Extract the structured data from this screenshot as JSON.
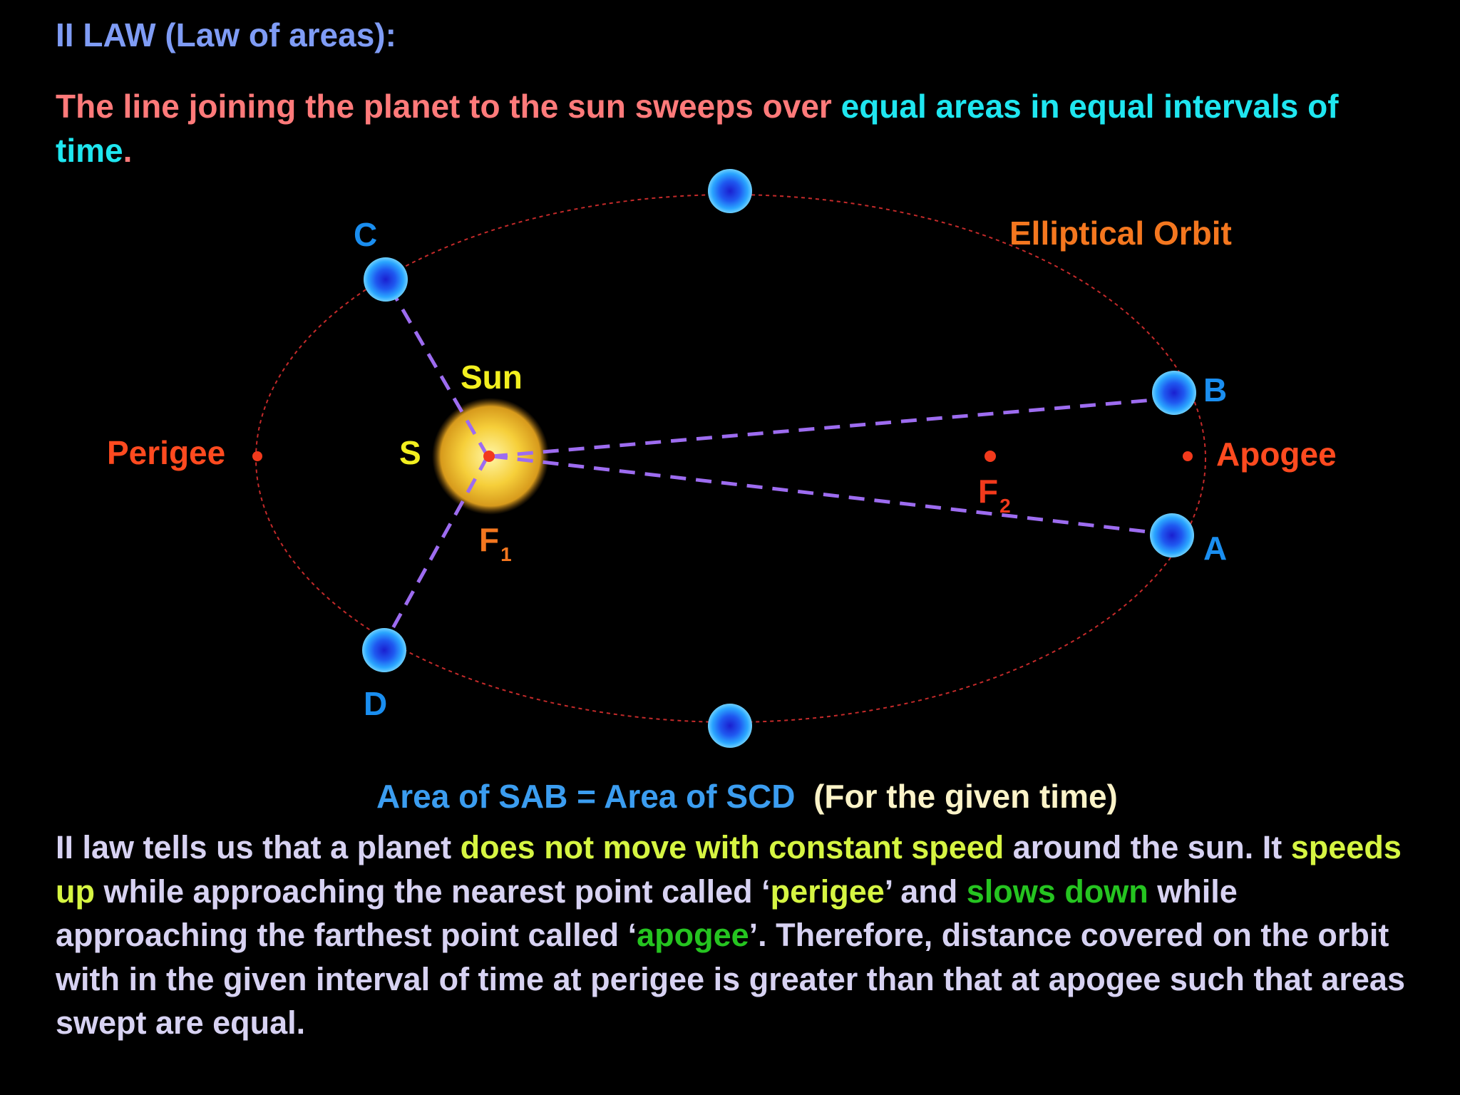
{
  "title": "II LAW (Law of areas):",
  "statement": {
    "part1": "The line joining the planet to the sun sweeps over ",
    "highlight": "equal areas in equal intervals of time",
    "end": "."
  },
  "diagram": {
    "orbit_label": "Elliptical Orbit",
    "sun_label": "Sun",
    "s_label": "S",
    "perigee_label": "Perigee",
    "apogee_label": "Apogee",
    "f1_main": "F",
    "f1_sub": "1",
    "f2_main": "F",
    "f2_sub": "2",
    "points": {
      "A": "A",
      "B": "B",
      "C": "C",
      "D": "D"
    },
    "colors": {
      "orbit": "#c42a2a",
      "planet": "#1a8cff",
      "planet_core": "#1f2fd6",
      "sun": "#f3c02a",
      "radius_line": "#9d6cf0",
      "focus": "#f23a1c",
      "point_label": "#1a8ef0",
      "orange_label": "#f4771f",
      "red_label": "#ff4a1f",
      "yellow_label": "#f3f01f"
    }
  },
  "area_equation": {
    "main": "Area of SAB = Area of SCD",
    "note": "(For the given time)"
  },
  "explanation": {
    "p1": "II law tells us that a planet ",
    "h1": "does not move with constant speed",
    "p2": " around the sun.  It ",
    "h2": "speeds up",
    "p3": " while approaching the nearest point called ‘",
    "h3": "perigee",
    "p4": "’ and ",
    "h4": "slows down",
    "p5": " while approaching the farthest point called ‘",
    "h5": "apogee",
    "p6": "’.  Therefore, distance covered on the orbit with in the given interval of time at perigee is greater than that at apogee such that areas swept are equal."
  }
}
